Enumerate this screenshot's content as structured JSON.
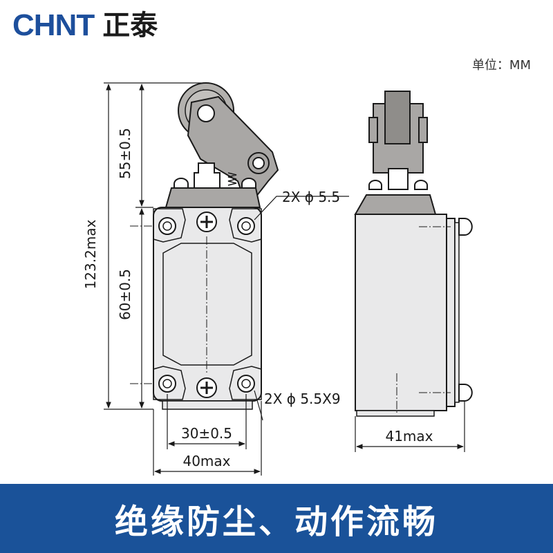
{
  "brand": {
    "latin": "CHNT",
    "chinese": "正泰",
    "color": "#1d4f9c"
  },
  "unit_label": "单位：MM",
  "dimensions": {
    "roller_height": "55±0.5",
    "total_height": "123.2max",
    "body_height": "60±0.5",
    "top_holes": "2X ϕ 5.5",
    "bottom_holes": "2X ϕ 5.5X9",
    "hole_spacing": "30±0.5",
    "body_width": "40max",
    "side_depth": "41max"
  },
  "banner": {
    "text": "绝缘防尘、动作流畅",
    "color": "#1a5299"
  },
  "colors": {
    "body_gray": "#e9e9ea",
    "head_gray": "#a9a7a5",
    "line": "#1a1a1a"
  }
}
